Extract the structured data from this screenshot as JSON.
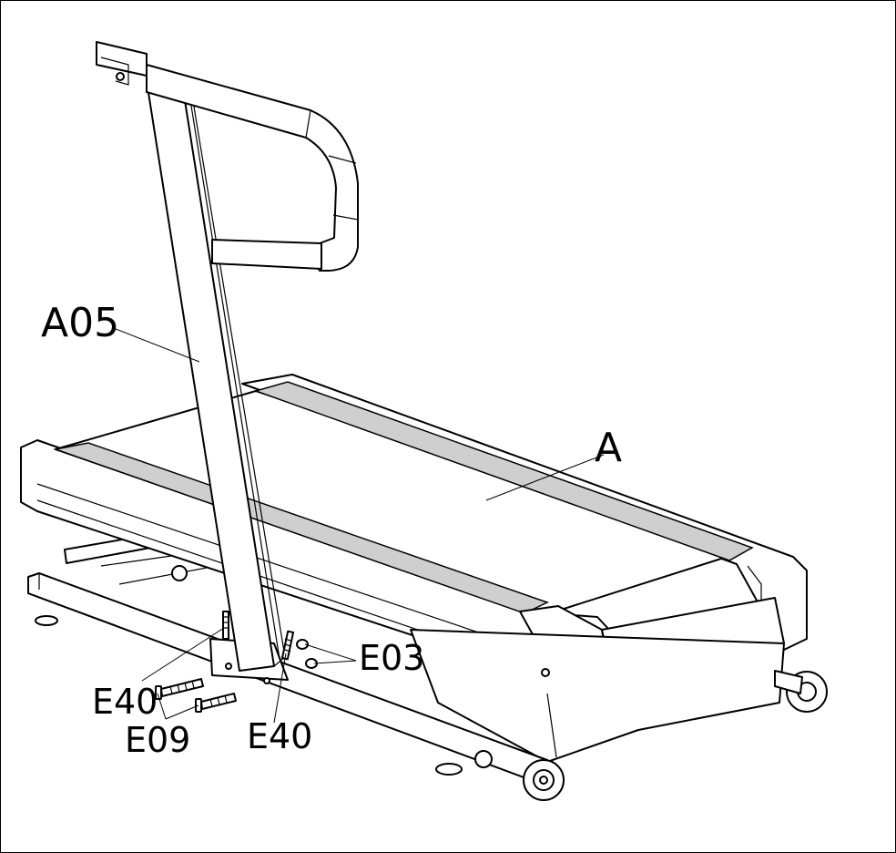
{
  "labels": {
    "upright": "A05",
    "base": "A",
    "bolt_left": "E40",
    "bolt_right": "E40",
    "washer": "E03",
    "screw": "E09"
  }
}
